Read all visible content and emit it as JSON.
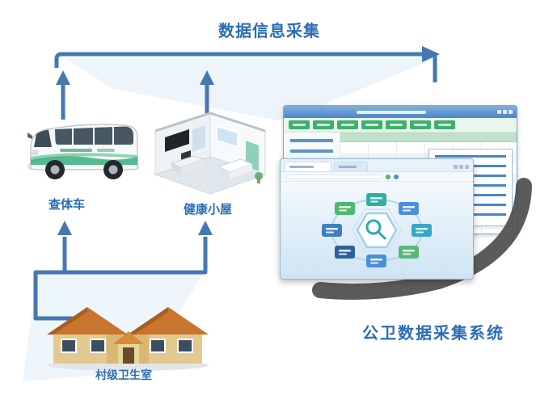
{
  "title": "数据信息采集",
  "nodes": {
    "van": {
      "label": "查体车"
    },
    "room": {
      "label": "健康小屋"
    },
    "house": {
      "label": "村级卫生室"
    },
    "system": {
      "label": "公卫数据采集系统"
    }
  },
  "colors": {
    "arrow": "#4677b3",
    "heading": "#2b6db8",
    "label": "#2b6db8",
    "shadow": "#4d4d4d",
    "back_titlebar": "#4a86c6",
    "back_titlebar_light": "#7fb0dc",
    "toolbar_btn": "#3fae6e",
    "table_header": "#bfe0c9",
    "sidebar_link": "#5b93cc",
    "front_bg_top": "#f3f9fd",
    "front_bg_bottom": "#cfe4f4",
    "ring": "#b8d4ea",
    "tile_top": "#2fb0a3",
    "tile_top_left": "#4cb96b",
    "tile_top_right": "#4a90d9",
    "tile_left": "#3f7fc1",
    "tile_right": "#35a8c8",
    "tile_bottom_left": "#2f5f9e",
    "tile_bottom_right": "#58b87a",
    "tile_bottom": "#4a90d9"
  }
}
